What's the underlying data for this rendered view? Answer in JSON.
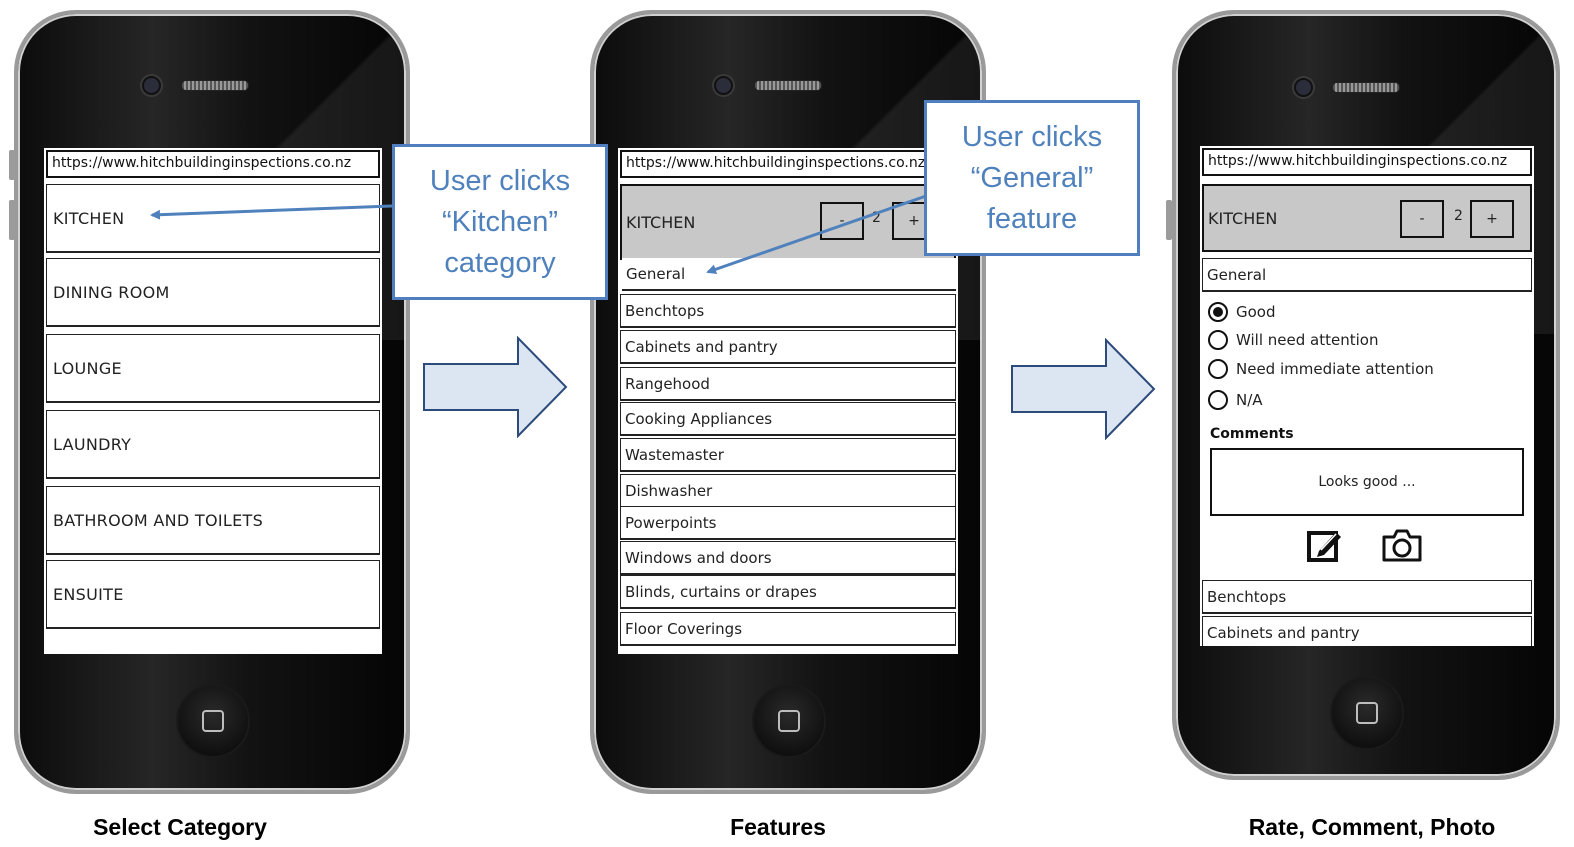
{
  "url": "https://www.hitchbuildinginspections.co.nz",
  "panel1": {
    "caption": "Select Category",
    "categories": [
      "KITCHEN",
      "DINING ROOM",
      "LOUNGE",
      "LAUNDRY",
      "BATHROOM AND TOILETS",
      "ENSUITE"
    ]
  },
  "panel2": {
    "caption": "Features",
    "header": "KITCHEN",
    "minus": "-",
    "count": "2",
    "plus": "+",
    "features": [
      "General",
      "Benchtops",
      "Cabinets and pantry",
      "Rangehood",
      "Cooking Appliances",
      "Wastemaster",
      "Dishwasher",
      "Powerpoints",
      "Windows and doors",
      "Blinds, curtains or drapes",
      "Floor Coverings"
    ]
  },
  "panel3": {
    "caption": "Rate, Comment, Photo",
    "header": "KITCHEN",
    "minus": "-",
    "count": "2",
    "plus": "+",
    "feature": "General",
    "ratings": [
      "Good",
      "Will need attention",
      "Need immediate attention",
      "N/A"
    ],
    "selected_rating": "Good",
    "comments_label": "Comments",
    "comment_value": "Looks good ...",
    "more_features": [
      "Benchtops",
      "Cabinets and pantry"
    ],
    "icons": [
      "edit-icon",
      "camera-icon"
    ]
  },
  "callouts": {
    "kitchen": [
      "User clicks",
      "“Kitchen”",
      "category"
    ],
    "general": [
      "User clicks",
      "“General”",
      "feature"
    ]
  },
  "colors": {
    "callout": "#4f81bd",
    "arrow_fill": "#dce6f2",
    "header_gray": "#c8c8c8"
  }
}
